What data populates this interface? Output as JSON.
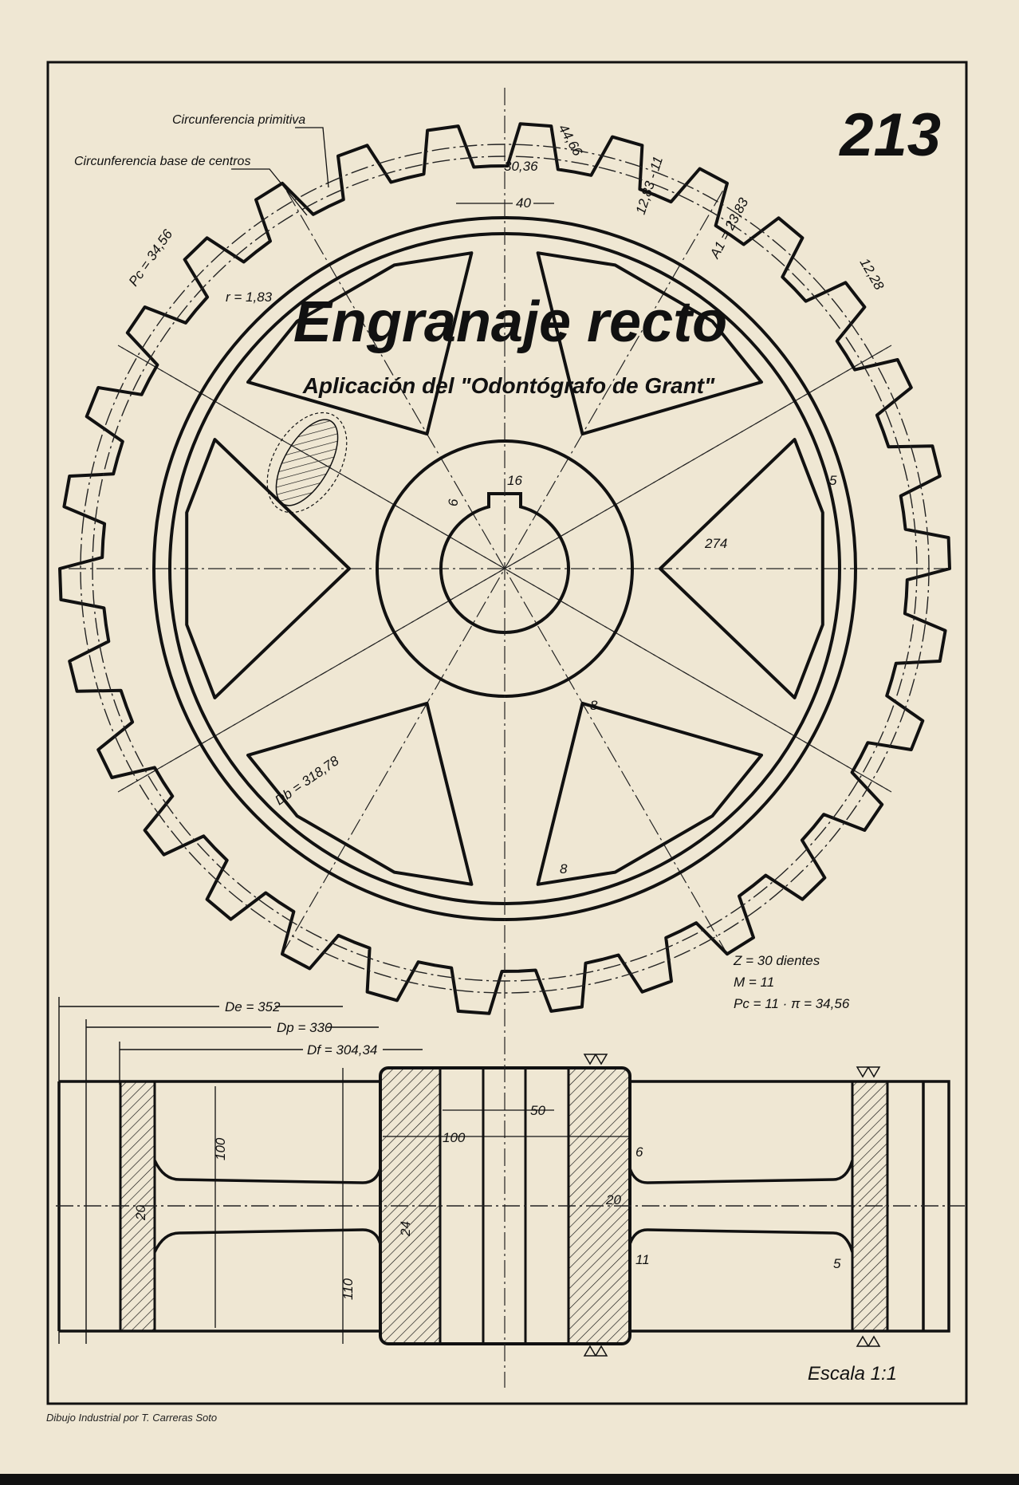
{
  "sheet": {
    "number": "213",
    "title": "Engranaje recto",
    "subtitle": "Aplicación del \"Odontógrafo de Grant\"",
    "scale": "Escala 1:1",
    "footer": "Dibujo Industrial por T. Carreras Soto"
  },
  "callouts": {
    "pitch_circle": "Circunferencia primitiva",
    "base_circle": "Circunferencia base de centros"
  },
  "specs": {
    "teeth": "Z = 30 dientes",
    "module": "M = 11",
    "pitch": "Pc = 11 · π = 34,56"
  },
  "front_dims": {
    "pc": "Pc = 34,56",
    "r": "r = 1,83",
    "d30": "30,36",
    "d44": "44,66",
    "d40": "40",
    "d1283": "12,83 - 11",
    "d2383": "A1 = 23,83",
    "d1228": "12,28",
    "d16": "16",
    "d6": "6",
    "d5": "5",
    "d274": "274",
    "d8a": "8",
    "d8b": "8",
    "db": "Db = 318,78"
  },
  "section_dims": {
    "de": "De = 352",
    "dp": "Dp = 330",
    "df": "Df = 304,34",
    "d100": "100",
    "d110": "110",
    "d20a": "20",
    "d24": "24",
    "d50": "50",
    "d100b": "100",
    "d6": "6",
    "d20b": "20",
    "d11": "11",
    "d5": "5"
  }
}
